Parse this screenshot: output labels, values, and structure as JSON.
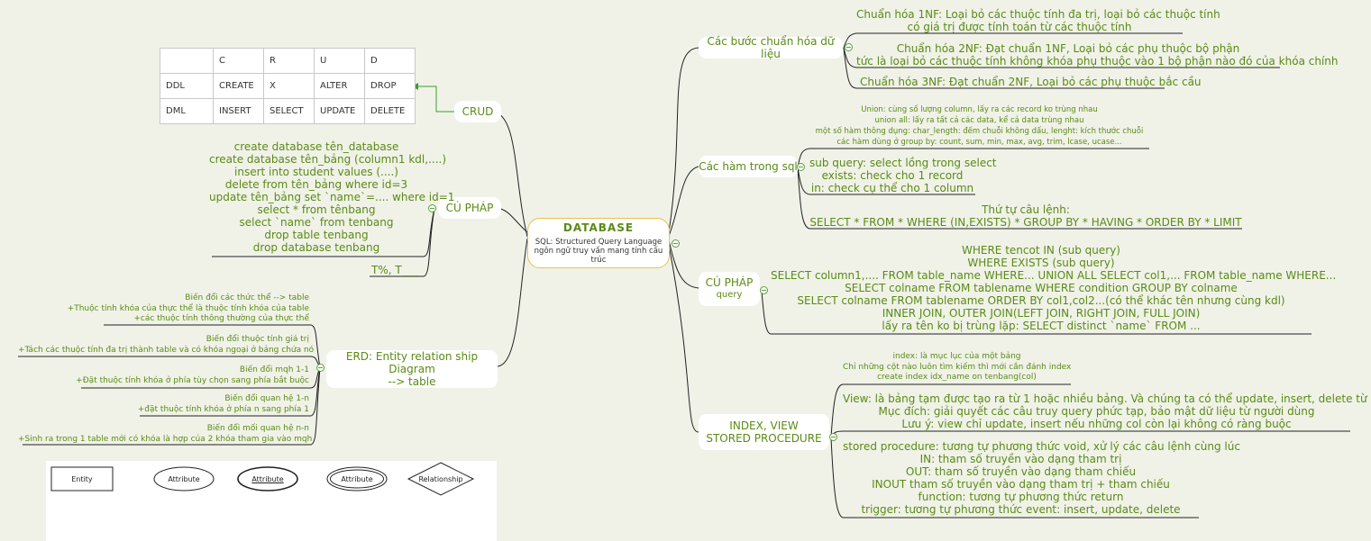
{
  "root": {
    "title": "DATABASE",
    "subtitle_line1": "SQL: Structured Query Language",
    "subtitle_line2": "ngôn ngữ truy vấn mang tính cấu trúc"
  },
  "crud_table": {
    "header": [
      "",
      "C",
      "R",
      "U",
      "D"
    ],
    "rows": [
      [
        "DDL",
        "CREATE",
        "X",
        "ALTER",
        "DROP"
      ],
      [
        "DML",
        "INSERT",
        "SELECT",
        "UPDATE",
        "DELETE"
      ]
    ]
  },
  "branches": {
    "crud": "CRUD",
    "cu_phap": "CÚ PHÁP",
    "cu_phap_query_line1": "CÚ PHÁP",
    "cu_phap_query_line2": "query",
    "erd_line1": "ERD: Entity relation ship Diagram",
    "erd_line2": "--> table",
    "chuan_hoa": "Các bước chuẩn hóa dữ liệu",
    "ham_sql": "Các hàm trong sql",
    "index_line1": "INDEX, VIEW",
    "index_line2": "STORED PROCEDURE"
  },
  "syntax_lines": [
    "create database tên_database",
    "create database tên_bảng (column1 kdl,....)",
    "insert into student values (....)",
    "delete from tên_bảng where id=3",
    "update tên_bảng set `name`=.... where id=1",
    "select * from tênbang",
    "select `name` from tenbang",
    "drop table tenbang",
    "drop database tenbang"
  ],
  "wildcard": "T%, T___",
  "erd_items": [
    [
      "Biến đổi các thức thể --> table",
      "+Thuộc tính khóa của thực thể là thuộc tính khóa của table",
      "+các thuộc tính thông thường của thực thể"
    ],
    [
      "Biến đổi thuộc tính giá trị",
      "+Tách các thuộc tính đa trị thành table và có khóa ngoại ở bảng chứa nó"
    ],
    [
      "Biến đổi mqh 1-1",
      "+Đặt thuộc tính khóa ở phía tùy chọn sang phía bắt buộc"
    ],
    [
      "Biến đổi quan hệ 1-n",
      "+đặt thuộc tính khóa ở phía n sang phía 1"
    ],
    [
      "Biến đổi mối quan hệ n-n",
      "+Sinh ra trong 1 table mới có khóa là hợp của 2 khóa tham gia vào mqh"
    ]
  ],
  "legend": [
    "Entity",
    "Attribute",
    "Attribute",
    "Attribute",
    "Relationship"
  ],
  "normalize": [
    [
      "Chuẩn hóa 1NF: Loại bỏ các thuộc tính đa trị, loại bỏ các thuộc tính",
      "có giá trị được tính toán từ các thuộc tính"
    ],
    [
      "Chuẩn hóa 2NF: Đạt chuẩn 1NF, Loại bỏ các phụ thuộc bộ phận",
      "tức là loại bỏ các thuộc tính không khóa phụ thuộc vào 1 bộ phận nào đó của khóa chính"
    ],
    [
      "Chuẩn hóa 3NF: Đạt chuẩn 2NF, Loại bỏ các phụ thuộc bắc cầu"
    ]
  ],
  "functions": {
    "union_block": [
      "Union: cùng số lượng column, lấy ra các record ko trùng nhau",
      "union all: lấy ra tất cả các data, kể cả data trùng nhau",
      "một số hàm thông dụng: char_length: đếm chuỗi không dấu, lenght: kích thước chuỗi",
      "các hàm dùng ở group by: count, sum, min, max, avg, trim, lcase, ucase..."
    ],
    "subquery_block": [
      "sub query: select lồng trong select",
      "exists: check cho 1 record",
      "in: check cụ thể cho 1 column"
    ],
    "order_block": [
      "Thứ tự câu lệnh:",
      "SELECT * FROM * WHERE (IN,EXISTS) * GROUP BY * HAVING * ORDER BY * LIMIT"
    ]
  },
  "query_lines": [
    "WHERE tencot IN (sub query)",
    "WHERE EXISTS (sub query)",
    "SELECT column1,.... FROM table_name WHERE... UNION ALL SELECT col1,... FROM table_name WHERE...",
    "SELECT colname FROM tablename WHERE condition GROUP BY colname",
    "SELECT colname FROM tablename ORDER BY col1,col2...(có thể khác tên nhưng cùng kdl)",
    "INNER JOIN, OUTER JOIN(LEFT JOIN, RIGHT JOIN, FULL JOIN)",
    "lấy ra tên ko bị trùng lặp: SELECT distinct `name` FROM ..."
  ],
  "index_block": {
    "index_lines": [
      "index: là mục lục của một bảng",
      "Chỉ những cột nào luôn tìm kiếm thì mới cần đánh index",
      "create index idx_name on tenbang(col)"
    ],
    "view_lines": [
      "View: là bảng tạm được tạo ra từ 1 hoặc nhiều bảng. Và chúng ta có thể update, insert, delete từ bảng tạm",
      "Mục đích: giải quyết các câu truy query phức tạp, bảo mật dữ liệu từ người dùng",
      "Lưu ý: view chỉ update, insert nếu những col còn lại không có ràng buộc"
    ],
    "proc_lines": [
      "stored procedure: tương tự phương thức void, xử lý các câu lệnh cùng lúc",
      "IN: tham số truyền vào dạng tham trị",
      "OUT: tham số truyền vào dạng tham chiếu",
      "INOUT tham số truyền vào dạng tham trị + tham chiếu",
      "function: tương tự phương thức return",
      "trigger: tương tự phương thức event: insert, update, delete"
    ]
  }
}
